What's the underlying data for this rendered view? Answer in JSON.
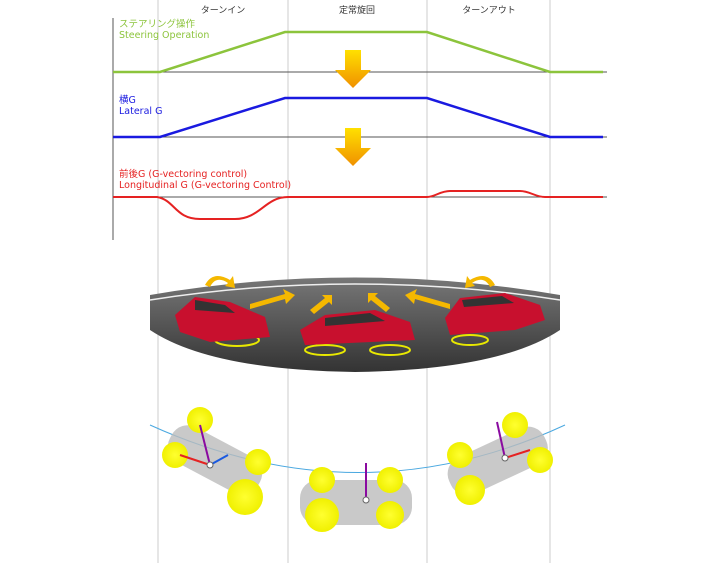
{
  "phases": [
    "ターンイン",
    "定常旋回",
    "ターンアウト"
  ],
  "graphs": [
    {
      "label_ja": "ステアリング操作",
      "label_en": "Steering Operation",
      "color": "#8cc43c"
    },
    {
      "label_ja": "横G",
      "label_en": "Lateral G",
      "color": "#1a1ae0"
    },
    {
      "label_ja": "前後G (G-vectoring control)",
      "label_en": "Longitudinal G (G-vectoring Control)",
      "color": "#e52222"
    }
  ],
  "colors": {
    "arrow": "#f5a800",
    "car": "#c8102e",
    "road": "#444444",
    "wheel_ring": "#e8e800"
  }
}
